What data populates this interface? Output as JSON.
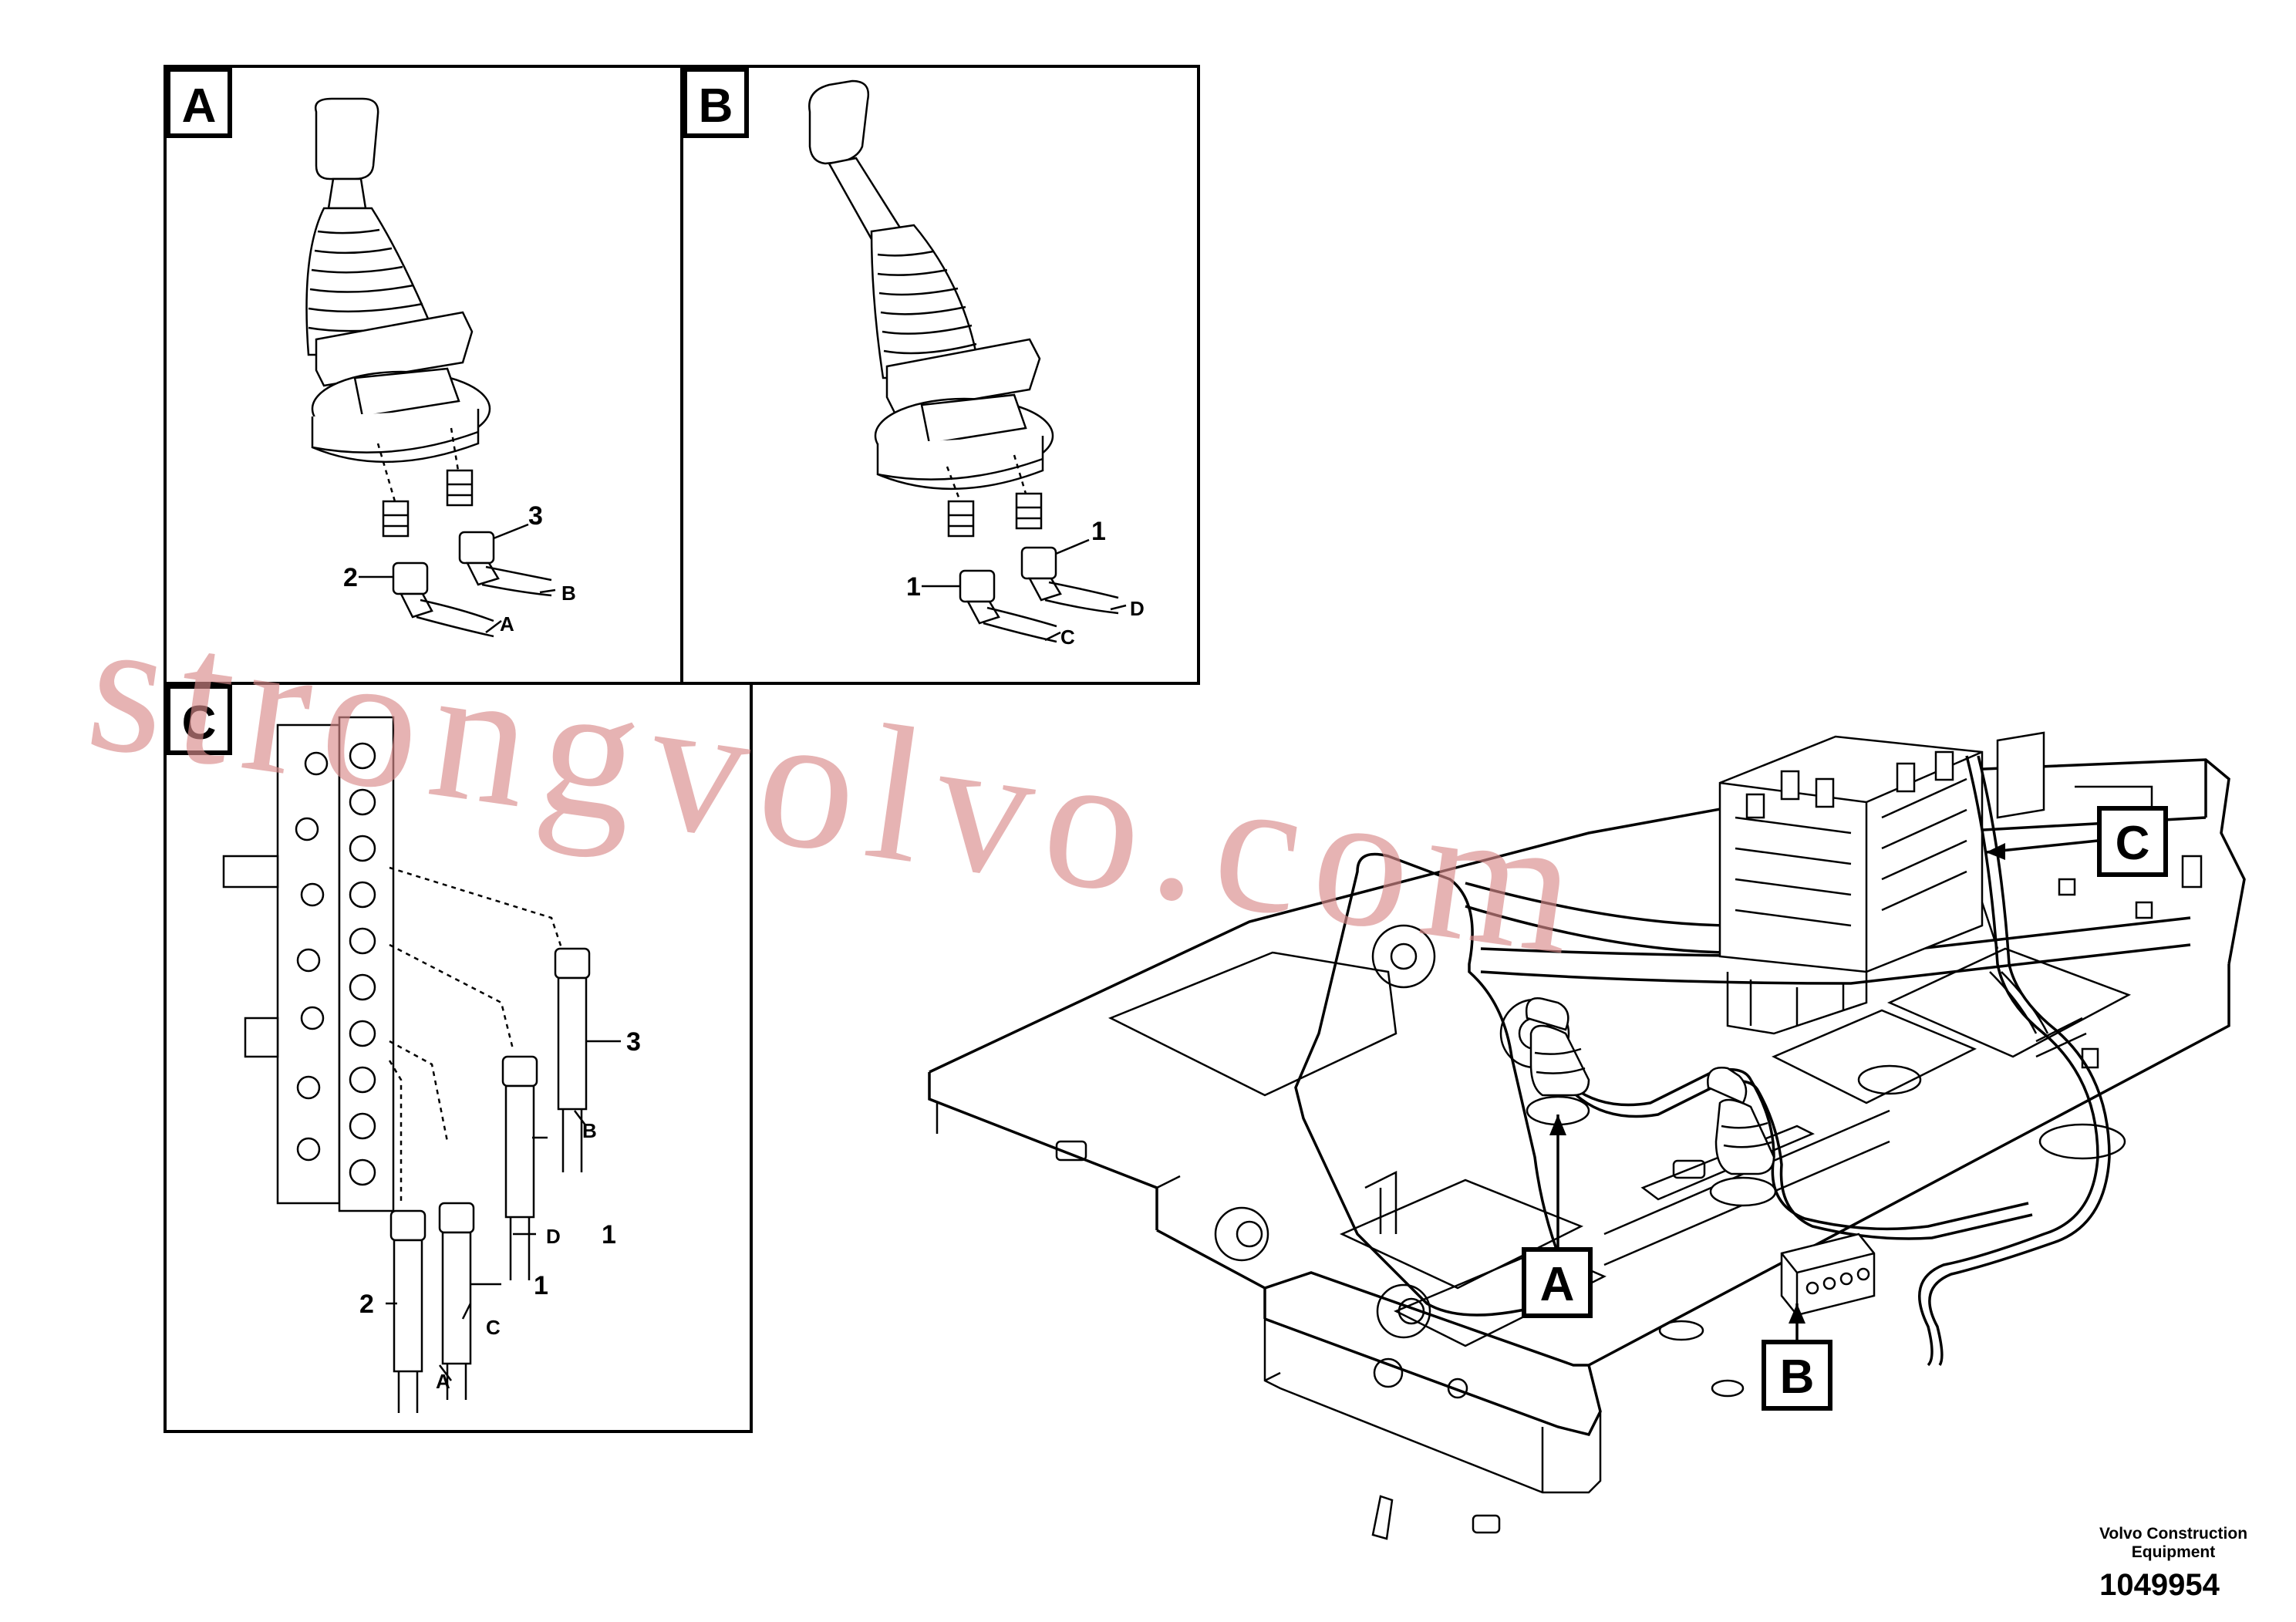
{
  "detail_panels": [
    {
      "tag": "A",
      "callouts": [
        {
          "num": "2",
          "letter": "A"
        },
        {
          "num": "3",
          "letter": "B"
        }
      ]
    },
    {
      "tag": "B",
      "callouts": [
        {
          "num": "1",
          "letter": "C"
        },
        {
          "num": "1",
          "letter": "D"
        }
      ]
    },
    {
      "tag": "C",
      "callouts": [
        {
          "num": "3",
          "letter": "B"
        },
        {
          "num": "1",
          "letter": "D"
        },
        {
          "num": "1",
          "letter": "C"
        },
        {
          "num": "2",
          "letter": "A"
        }
      ]
    }
  ],
  "overview_tags": [
    "C",
    "A",
    "B"
  ],
  "watermark": "strongvolvo.com",
  "footer": {
    "line1": "Volvo Construction",
    "line2": "Equipment",
    "number": "1049954"
  },
  "colors": {
    "line": "#000000",
    "watermark": "#d98a8a",
    "background": "#ffffff"
  }
}
